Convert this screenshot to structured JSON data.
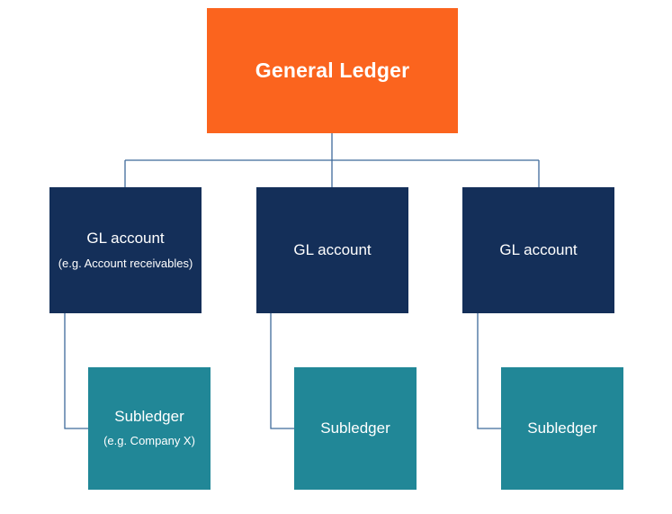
{
  "general_ledger": {
    "title": "General Ledger"
  },
  "gl_accounts": [
    {
      "label": "GL account",
      "note": "(e.g. Account receivables)"
    },
    {
      "label": "GL account"
    },
    {
      "label": "GL account"
    }
  ],
  "subledgers": [
    {
      "label": "Subledger",
      "note": "(e.g. Company X)"
    },
    {
      "label": "Subledger"
    },
    {
      "label": "Subledger"
    }
  ],
  "colors": {
    "general_ledger_fill": "#fb641e",
    "gl_account_fill": "#142f59",
    "subledger_fill": "#218797",
    "connector": "#3e6a9a"
  }
}
